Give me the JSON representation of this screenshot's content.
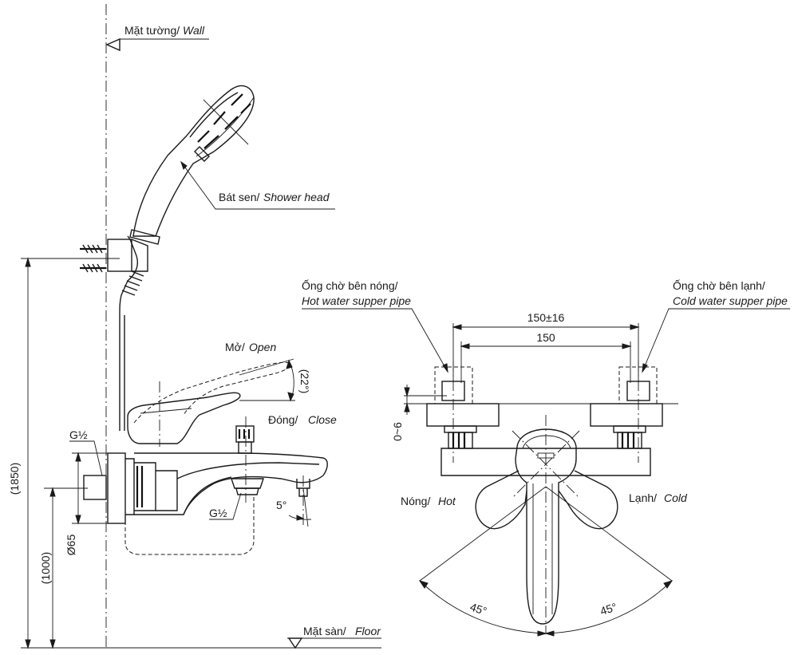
{
  "labels": {
    "wall_vi": "Mặt tường/",
    "wall_en": "Wall",
    "shower_head_vi": "Bát sen/",
    "shower_head_en": "Shower head",
    "open_vi": "Mở/ ",
    "open_en": "Open",
    "close_vi": "Đóng/ ",
    "close_en": "Close",
    "floor_vi": "Mặt sàn/ ",
    "floor_en": "Floor",
    "hot_pipe_vi": "Ống chờ bên nóng/",
    "hot_pipe_en": "Hot water supper pipe",
    "cold_pipe_vi": "Ống chờ bên lạnh/",
    "cold_pipe_en": "Cold water supper pipe",
    "hot_vi": "Nóng/ ",
    "hot_en": "Hot",
    "cold_vi": "Lạnh/ ",
    "cold_en": "Cold"
  },
  "dimensions": {
    "height_total": "(1850)",
    "height_mixer": "(1000)",
    "diameter": "Ø65",
    "thread_inlet": "G½",
    "thread_outlet": "G½",
    "handle_angle": "(22°)",
    "spout_angle": "5°",
    "center_tol": "150±16",
    "center": "150",
    "offset": "0~6",
    "swing_left": "45°",
    "swing_right": "45°"
  }
}
